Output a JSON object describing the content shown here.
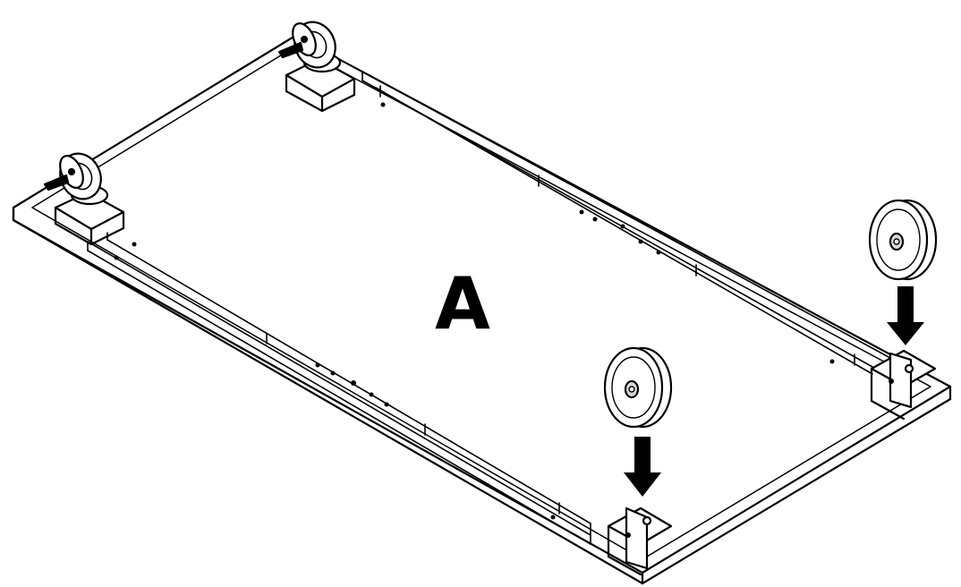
{
  "diagram": {
    "part_label": "A",
    "colors": {
      "line": "#000000",
      "fill": "#ffffff",
      "hub": "#d9d9d9"
    },
    "components": [
      "frame-panel",
      "left-rail",
      "right-rail",
      "swivel-caster",
      "swivel-caster",
      "wheel",
      "wheel",
      "down-arrow",
      "down-arrow"
    ]
  }
}
